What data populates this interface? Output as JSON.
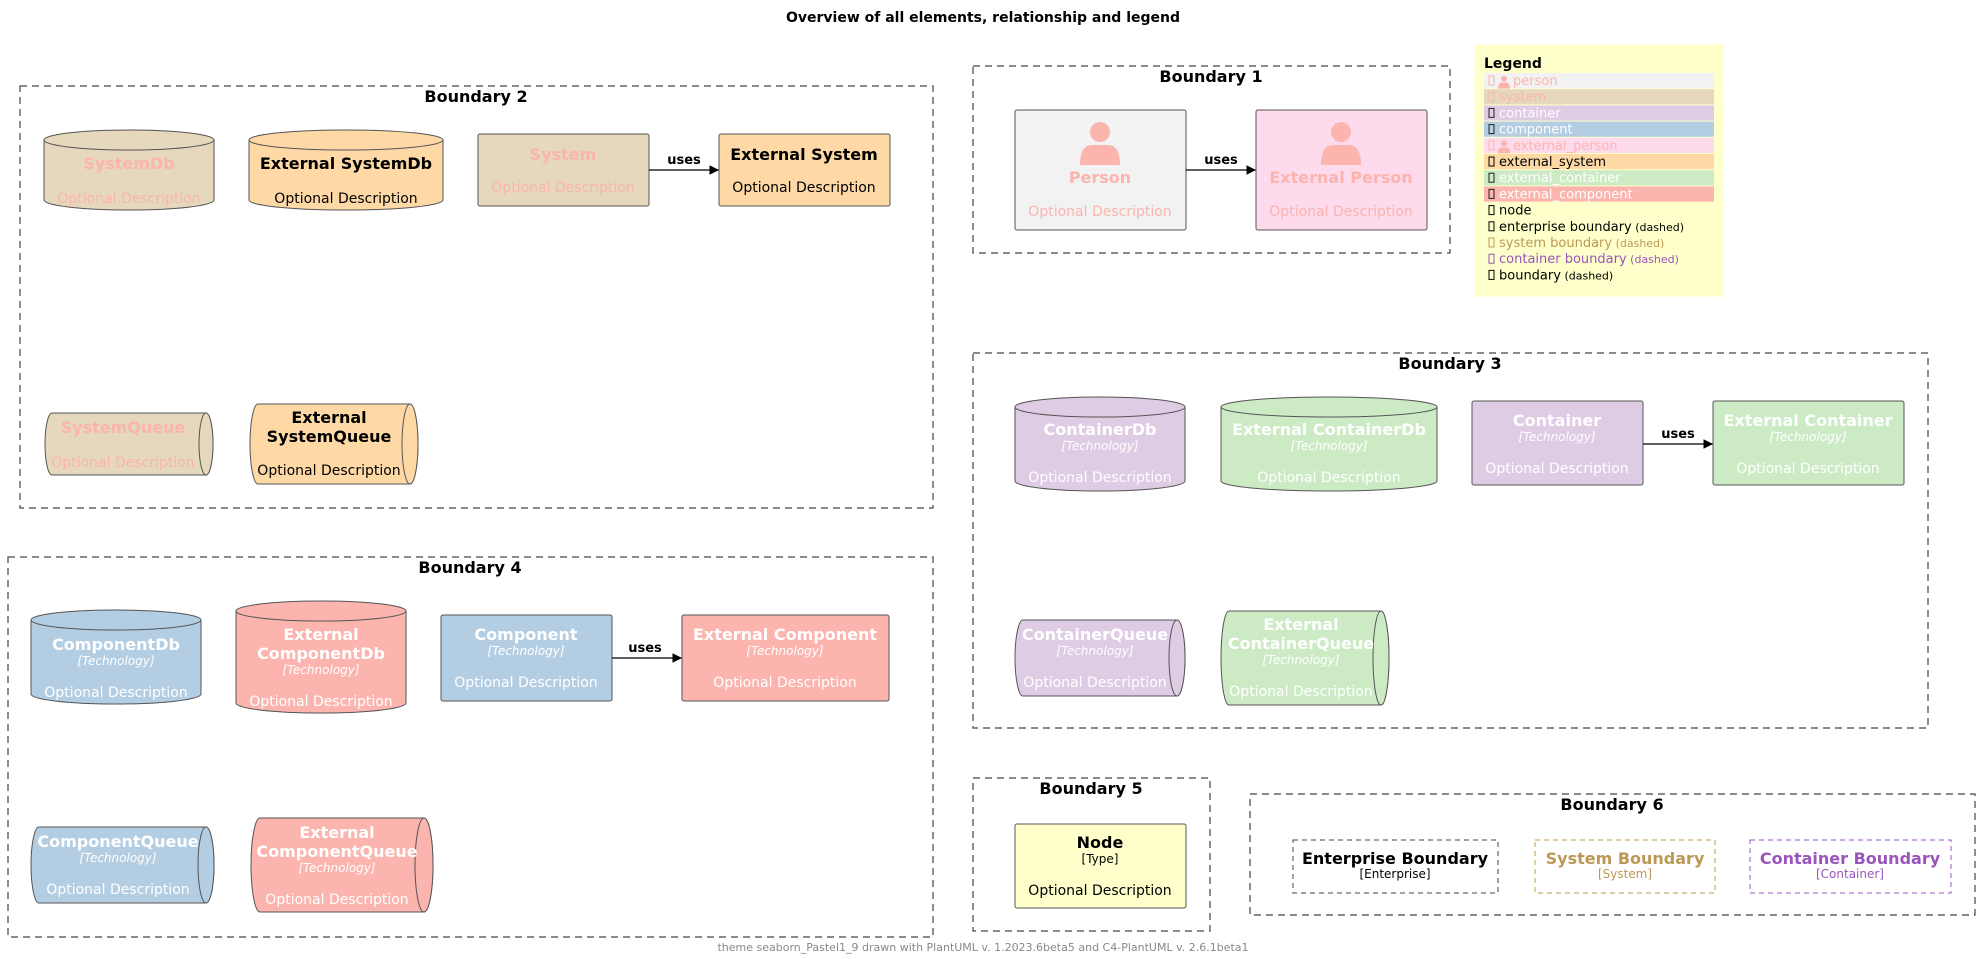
{
  "title": "Overview of all elements, relationship and legend",
  "footer": "theme seaborn_Pastel1_9 drawn with PlantUML v. 1.2023.6beta5 and C4-PlantUML v. 2.6.1beta1",
  "colors": {
    "system": "#E5D8BD",
    "external_system": "#FED9A6",
    "person": "#F2F2F2",
    "external_person": "#FDDAEC",
    "container": "#DECBE4",
    "external_container": "#CCEBC5",
    "component": "#B3CDE3",
    "external_component": "#FBB4AE",
    "node": "#FFFFCC",
    "legend_bg": "#FFFFCC",
    "pink_text": "#FBB4AE",
    "system_boundary": "#BB9955",
    "container_boundary": "#9955BB"
  },
  "boundaries": {
    "b1": "Boundary 1",
    "b2": "Boundary 2",
    "b3": "Boundary 3",
    "b4": "Boundary 4",
    "b5": "Boundary 5",
    "b6": "Boundary 6"
  },
  "common": {
    "desc": "Optional Description",
    "tech": "[Technology]",
    "uses": "uses"
  },
  "elements": {
    "system_db": "SystemDb",
    "ext_system_db": "External SystemDb",
    "system": "System",
    "ext_system": "External System",
    "system_queue": "SystemQueue",
    "ext_system_queue_1": "External",
    "ext_system_queue_2": "SystemQueue",
    "person": "Person",
    "ext_person": "External Person",
    "container_db": "ContainerDb",
    "ext_container_db": "External ContainerDb",
    "container": "Container",
    "ext_container": "External Container",
    "container_queue": "ContainerQueue",
    "ext_container_queue_1": "External",
    "ext_container_queue_2": "ContainerQueue",
    "component_db": "ComponentDb",
    "ext_component_db_1": "External",
    "ext_component_db_2": "ComponentDb",
    "component": "Component",
    "ext_component": "External Component",
    "component_queue": "ComponentQueue",
    "ext_component_queue_1": "External",
    "ext_component_queue_2": "ComponentQueue",
    "node": "Node",
    "node_type": "[Type]",
    "enterprise_boundary": "Enterprise Boundary",
    "enterprise_tag": "[Enterprise]",
    "system_boundary": "System Boundary",
    "system_tag": "[System]",
    "container_boundary": "Container Boundary",
    "container_tag": "[Container]"
  },
  "legend": {
    "title": "Legend",
    "items": [
      {
        "label": "person",
        "suffix": "",
        "fill": "#F2F2F2",
        "color": "#FBB4AE",
        "icon": "person-icon"
      },
      {
        "label": "system",
        "suffix": "",
        "fill": "#E5D8BD",
        "color": "#FBB4AE",
        "icon": ""
      },
      {
        "label": "container",
        "suffix": "",
        "fill": "#DECBE4",
        "color": "#FFFFFF",
        "icon": ""
      },
      {
        "label": "component",
        "suffix": "",
        "fill": "#B3CDE3",
        "color": "#FFFFFF",
        "icon": ""
      },
      {
        "label": "external_person",
        "suffix": "",
        "fill": "#FDDAEC",
        "color": "#FBB4AE",
        "icon": "person-icon"
      },
      {
        "label": "external_system",
        "suffix": "",
        "fill": "#FED9A6",
        "color": "#000000",
        "icon": ""
      },
      {
        "label": "external_container",
        "suffix": "",
        "fill": "#CCEBC5",
        "color": "#FFFFFF",
        "icon": ""
      },
      {
        "label": "external_component",
        "suffix": "",
        "fill": "#FBB4AE",
        "color": "#FFFFFF",
        "icon": ""
      },
      {
        "label": "node",
        "suffix": "",
        "fill": "",
        "color": "#000000",
        "icon": ""
      },
      {
        "label": "enterprise boundary",
        "suffix": "(dashed)",
        "fill": "",
        "color": "#000000",
        "icon": ""
      },
      {
        "label": "system boundary",
        "suffix": "(dashed)",
        "fill": "",
        "color": "#BB9955",
        "icon": ""
      },
      {
        "label": "container boundary",
        "suffix": "(dashed)",
        "fill": "",
        "color": "#9955BB",
        "icon": ""
      },
      {
        "label": "boundary",
        "suffix": "(dashed)",
        "fill": "",
        "color": "#000000",
        "icon": ""
      }
    ]
  }
}
